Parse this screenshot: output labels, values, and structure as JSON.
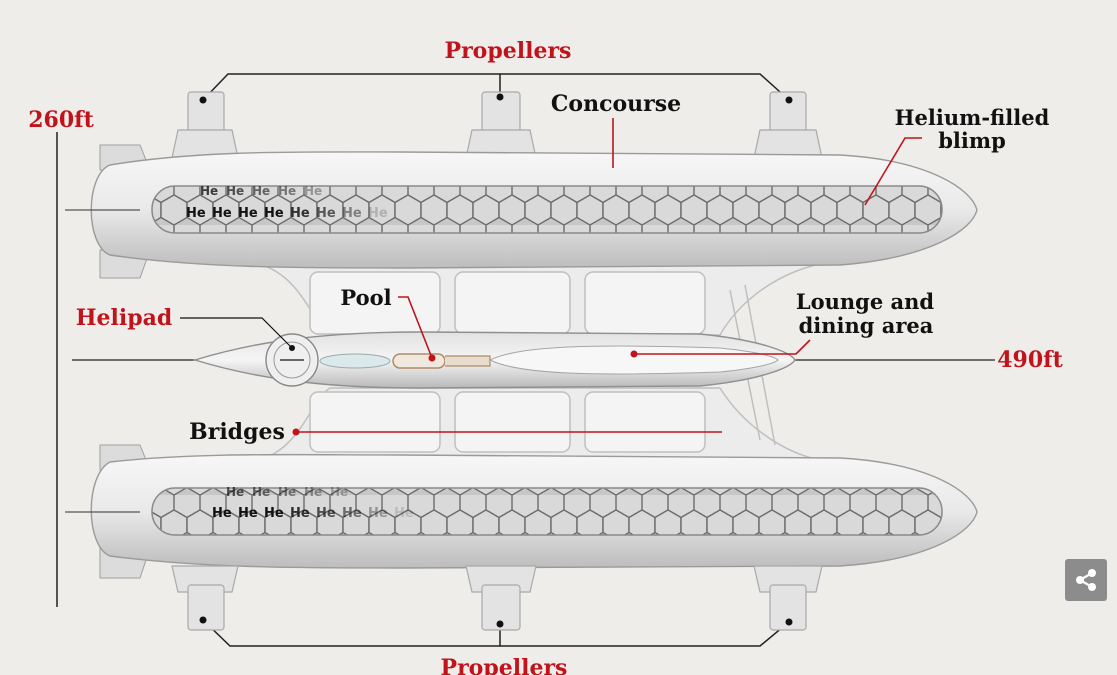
{
  "labels": {
    "propellers_top": "Propellers",
    "propellers_bottom": "Propellers",
    "concourse": "Concourse",
    "helium_line1": "Helium-filled",
    "helium_line2": "blimp",
    "height": "260ft",
    "length": "490ft",
    "helipad": "Helipad",
    "pool": "Pool",
    "lounge_line1": "Lounge and",
    "lounge_line2": "dining area",
    "bridges": "Bridges"
  },
  "cell_text": "He",
  "colors": {
    "accent": "#c0131b",
    "background": "#eeedea",
    "hull": "#f4f4f4",
    "cells": "#8e8e8e"
  },
  "icons": {
    "share": "share-icon"
  }
}
